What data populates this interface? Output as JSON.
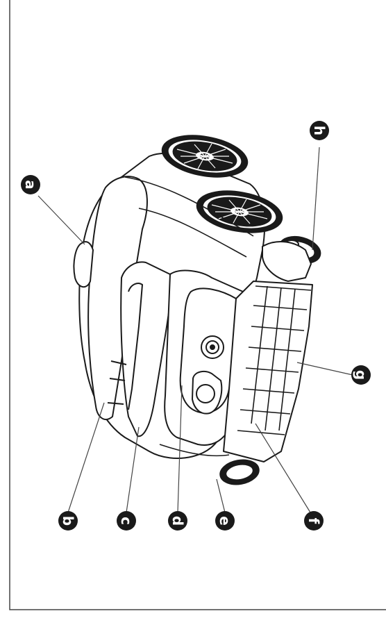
{
  "callouts": [
    {
      "key": "a",
      "label": "a"
    },
    {
      "key": "b",
      "label": "b"
    },
    {
      "key": "c",
      "label": "c"
    },
    {
      "key": "d",
      "label": "d"
    },
    {
      "key": "e",
      "label": "e"
    },
    {
      "key": "f",
      "label": "f"
    },
    {
      "key": "g",
      "label": "g"
    },
    {
      "key": "h",
      "label": "h"
    }
  ],
  "colors": {
    "ink": "#1a1a1a",
    "paper": "#ffffff"
  }
}
